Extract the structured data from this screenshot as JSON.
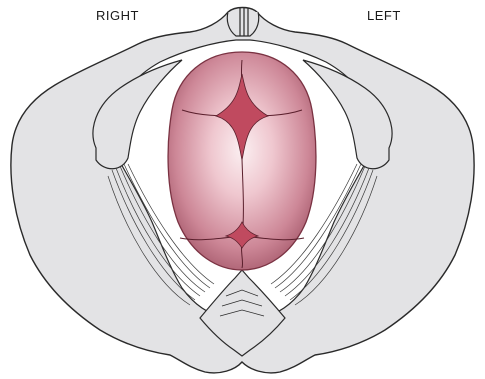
{
  "labels": {
    "right": "RIGHT",
    "left": "LEFT"
  },
  "colors": {
    "bone_fill": "#e3e3e5",
    "bone_outline": "#2a2a2a",
    "skull_center": "#fbeff1",
    "skull_mid": "#d99aa6",
    "skull_edge": "#9c4a5b",
    "fontanelle": "#c04a5f",
    "ligament": "#3a3a3a",
    "background": "#ffffff"
  },
  "icons": {
    "pelvis": "pelvis-illustration",
    "skull": "fetal-skull-illustration",
    "fontanelle": "anterior-fontanelle-shape"
  }
}
